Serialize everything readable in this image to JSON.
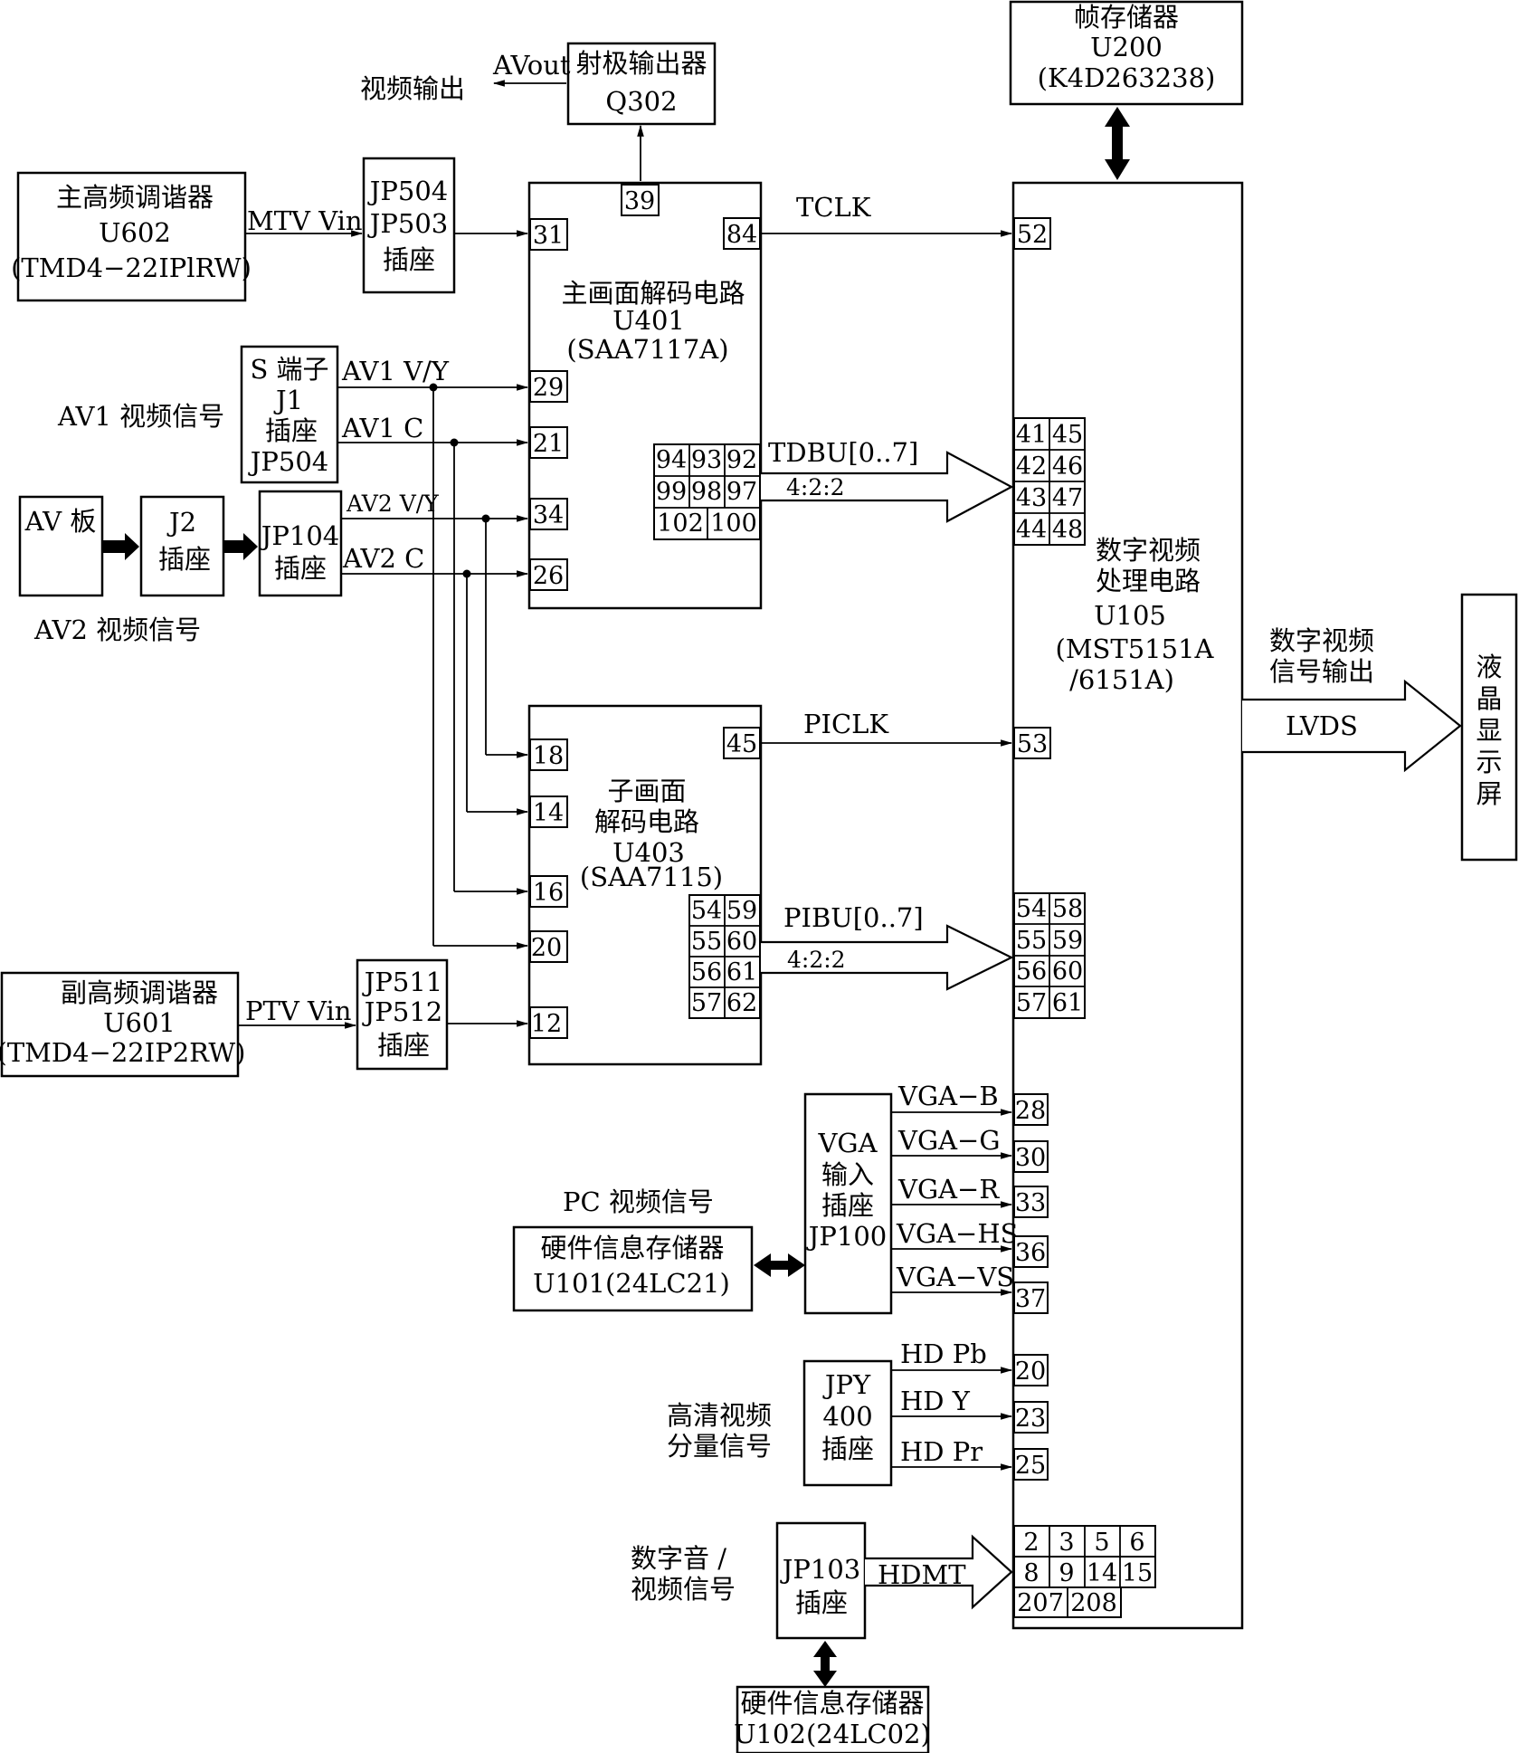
{
  "blocks": {
    "frame_memory": {
      "name": "帧存储器",
      "part": "U200",
      "model": "(K4D263238)"
    },
    "emitter_follower": {
      "name": "射极输出器",
      "part": "Q302"
    },
    "main_tuner": {
      "name": "主高频调谐器",
      "part": "U602",
      "model": "(TMD4−22IPlRW)"
    },
    "jp504_jp503": {
      "line1": "JP504",
      "line2": "JP503",
      "line3": "插座"
    },
    "main_decoder": {
      "name": "主画面解码电路",
      "part": "U401",
      "model": "(SAA7117A)"
    },
    "s_terminal": {
      "line1": "S 端子",
      "line2": "J1",
      "line3": "插座",
      "line4": "JP504"
    },
    "av_board": {
      "label": "AV 板"
    },
    "j2": {
      "line1": "J2",
      "line2": "插座"
    },
    "jp104": {
      "line1": "JP104",
      "line2": "插座"
    },
    "sub_decoder": {
      "line1": "子画面",
      "line2": "解码电路",
      "part": "U403",
      "model": "(SAA7115)"
    },
    "sub_tuner": {
      "name": "副高频调谐器",
      "part": "U601",
      "model": "(TMD4−22IP2RW)"
    },
    "jp511_jp512": {
      "line1": "JP511",
      "line2": "JP512",
      "line3": "插座"
    },
    "vga_socket": {
      "line1": "VGA",
      "line2": "输入",
      "line3": "插座",
      "line4": "JP100"
    },
    "eeprom_pc": {
      "name": "硬件信息存储器",
      "part": "U101(24LC21)"
    },
    "jpy400": {
      "line1": "JPY",
      "line2": "400",
      "line3": "插座"
    },
    "jp103": {
      "line1": "JP103",
      "line2": "插座"
    },
    "eeprom_hdmi": {
      "name": "硬件信息存储器",
      "part": "U102(24LC02)"
    },
    "dsp": {
      "line1": "数字视频",
      "line2": "处理电路",
      "part": "U105",
      "model1": "(MST5151A",
      "model2": "/6151A)"
    },
    "lcd": {
      "c1": "液",
      "c2": "晶",
      "c3": "显",
      "c4": "示",
      "c5": "屏"
    }
  },
  "labels": {
    "video_out": "视频输出",
    "avout": "AVout",
    "mtv_vin": "MTV Vin",
    "av1_source": "AV1 视频信号",
    "av1_vy": "AV1 V/Y",
    "av1_c": "AV1 C",
    "av2_source": "AV2 视频信号",
    "av2_vy": "AV2 V/Y",
    "av2_c": "AV2 C",
    "tclk": "TCLK",
    "tdbu": "TDBU[0..7]",
    "ratio_main": "4:2:2",
    "piclk": "PICLK",
    "pibu": "PIBU[0..7]",
    "ratio_sub": "4:2:2",
    "ptv_vin": "PTV Vin",
    "pc_video": "PC 视频信号",
    "vga_b": "VGA−B",
    "vga_g": "VGA−G",
    "vga_r": "VGA−R",
    "vga_hs": "VGA−HS",
    "vga_vs": "VGA−VS",
    "hd_source1": "高清视频",
    "hd_source2": "分量信号",
    "hd_pb": "HD  Pb",
    "hd_y": "HD   Y",
    "hd_pr": "HD  Pr",
    "digital_av1": "数字音 /",
    "digital_av2": "视频信号",
    "hdmt": "HDMT",
    "dv_out1": "数字视频",
    "dv_out2": "信号输出",
    "lvds": "LVDS"
  },
  "pins": {
    "q302_in": "39",
    "u401_tclk": "84",
    "u401_mtv": "31",
    "u401_av1vy": "29",
    "u401_av1c": "21",
    "u401_av2vy": "34",
    "u401_av2c": "26",
    "u401_data": [
      "94",
      "93",
      "92",
      "99",
      "98",
      "97",
      "102",
      "100"
    ],
    "u105_tclk": "52",
    "u105_tdbu": [
      "41",
      "45",
      "42",
      "46",
      "43",
      "47",
      "44",
      "48"
    ],
    "u403_piclk": "45",
    "u403_in": [
      "18",
      "14",
      "16",
      "20",
      "12"
    ],
    "u403_data": [
      "54",
      "59",
      "55",
      "60",
      "56",
      "61",
      "57",
      "62"
    ],
    "u105_piclk": "53",
    "u105_pibu": [
      "54",
      "58",
      "55",
      "59",
      "56",
      "60",
      "57",
      "61"
    ],
    "u105_vga": [
      "28",
      "30",
      "33",
      "36",
      "37"
    ],
    "u105_hd": [
      "20",
      "23",
      "25"
    ],
    "u105_hdmi": [
      "2",
      "3",
      "5",
      "6",
      "8",
      "9",
      "14",
      "15",
      "207",
      "208"
    ]
  }
}
